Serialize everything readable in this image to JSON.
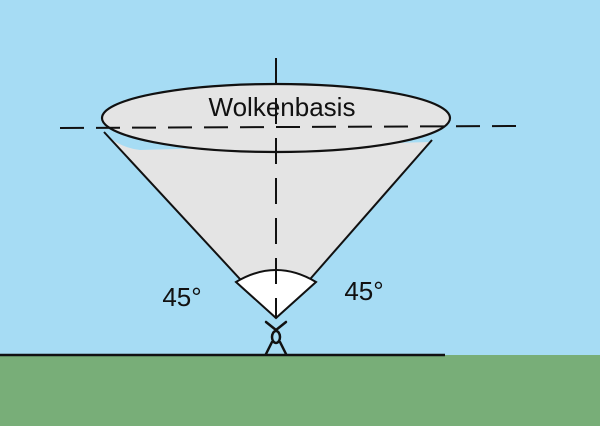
{
  "diagram": {
    "ellipse_label": "Wolkenbasis",
    "angle_left": "45°",
    "angle_right": "45°"
  },
  "colors": {
    "sky": "#a6dcf4",
    "ground": "#78ae78",
    "cone_fill": "#e4e4e4",
    "stroke": "#111111",
    "arc_fill": "#ffffff"
  }
}
